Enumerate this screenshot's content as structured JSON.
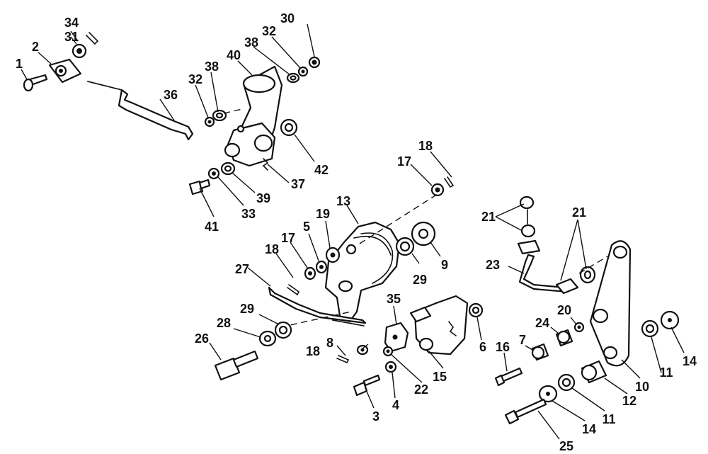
{
  "diagram": {
    "callouts": {
      "c1": "1",
      "c2": "2",
      "c3": "3",
      "c4": "4",
      "c5": "5",
      "c6": "6",
      "c7": "7",
      "c8": "8",
      "c9": "9",
      "c10": "10",
      "c11a": "11",
      "c11b": "11",
      "c12": "12",
      "c13": "13",
      "c14a": "14",
      "c14b": "14",
      "c15": "15",
      "c16": "16",
      "c17a": "17",
      "c17b": "17",
      "c18a": "18",
      "c18b": "18",
      "c18c": "18",
      "c19": "19",
      "c20": "20",
      "c21a": "21",
      "c21b": "21",
      "c22": "22",
      "c23": "23",
      "c24": "24",
      "c25": "25",
      "c26": "26",
      "c27": "27",
      "c28": "28",
      "c29a": "29",
      "c29b": "29",
      "c30": "30",
      "c31": "31",
      "c32a": "32",
      "c32b": "32",
      "c33": "33",
      "c34": "34",
      "c35": "35",
      "c36": "36",
      "c37": "37",
      "c38a": "38",
      "c38b": "38",
      "c39": "39",
      "c40": "40",
      "c41": "41",
      "c42": "42"
    }
  }
}
